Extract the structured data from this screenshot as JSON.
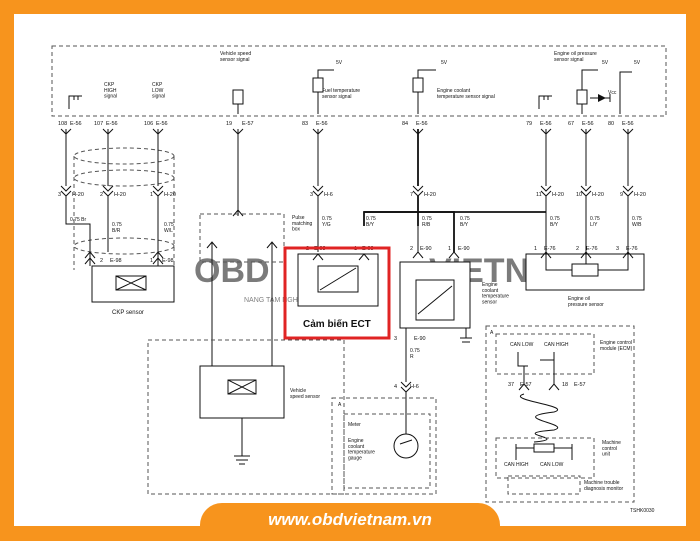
{
  "colors": {
    "frame": "#f7941d",
    "highlight": "#e02424",
    "watermark": "#e6b8b0"
  },
  "watermark": {
    "brand": "OBD",
    "name": "VIETNAM",
    "slogan": "NANG TAM NGHE SUA CHUA"
  },
  "labels": {
    "ckp_high": "CKP\nHIGH\nsignal",
    "ckp_low": "CKP\nLOW\nsignal",
    "vehicle_speed": "Vehicle speed\nsensor signal",
    "fuel_temp": "Fuel temperature\nsensor signal",
    "engine_coolant_signal": "Engine coolant\ntemperature sensor signal",
    "oil_pressure_signal": "Engine oil pressure\nsensor signal",
    "pulse_box": "Pulse\nmatching\nbox",
    "ckp_sensor": "CKP sensor",
    "vehicle_speed_sensor": "Vehicle\nspeed sensor",
    "coolant_sensor": "Engine\ncoolant\ntemperature\nsensor",
    "oil_sensor": "Engine oil\npressure sensor",
    "ecm": "Engine control\nmodule (ECM)",
    "mcu": "Machine\ncontrol\nunit",
    "monitor": "Machine trouble\ndiagnosis monitor",
    "meter": "Meter",
    "gauge": "Engine\ncoolant\ntemperature\ngauge",
    "can_low": "CAN LOW",
    "can_high": "CAN HIGH",
    "vcc": "Vcc",
    "v5": "5V",
    "sec_a": "A",
    "diagram_code": "TSHK0030"
  },
  "pins_top": [
    {
      "num": "108",
      "conn": "E-56"
    },
    {
      "num": "107",
      "conn": "E-56"
    },
    {
      "num": "106",
      "conn": "E-56"
    },
    {
      "num": "19",
      "conn": "E-57"
    },
    {
      "num": "83",
      "conn": "E-56"
    },
    {
      "num": "84",
      "conn": "E-56"
    },
    {
      "num": "79",
      "conn": "E-56"
    },
    {
      "num": "67",
      "conn": "E-56"
    },
    {
      "num": "80",
      "conn": "E-56"
    }
  ],
  "h20_pins": {
    "p3": "3",
    "p2": "2",
    "p1": "1",
    "p7": "7",
    "p11": "11",
    "p10": "10",
    "p9": "9",
    "p6": "3",
    "conn_h20": "H-20",
    "conn_h6": "H-6"
  },
  "wires": {
    "br": "0.75 Br",
    "br_w": "0.75\nB/R",
    "w_l": "0.75\nW/L",
    "y_g": "0.75\nY/G",
    "b_y": "0.75\nB/Y",
    "r_b": "0.75\nR/B",
    "b_y2": "0.75\nB/Y",
    "b_y3": "0.75\nB/Y",
    "l_y": "0.75\nL/Y",
    "w_b": "0.75\nW/B",
    "r": "0.75\nR"
  },
  "connectors": {
    "e98a": "E-98",
    "e98b": "E-98",
    "e93a": "E-93",
    "e93b": "E-93",
    "e90a": "E-90",
    "e90b": "E-90",
    "e90c": "E-90",
    "e76a": "E-76",
    "e76b": "E-76",
    "e76c": "E-76",
    "e57a": "E-57",
    "e57b": "E-57",
    "h6": "H-6",
    "n2": "2",
    "n1": "1",
    "n1b": "1",
    "n2b": "2",
    "n3": "3",
    "n2c": "2",
    "n1c": "1",
    "n3b": "3",
    "n4": "4",
    "n37": "37",
    "n18": "18"
  },
  "highlight": {
    "text": "Cảm biến ECT"
  },
  "footer": {
    "url": "www.obdvietnam.vn"
  }
}
